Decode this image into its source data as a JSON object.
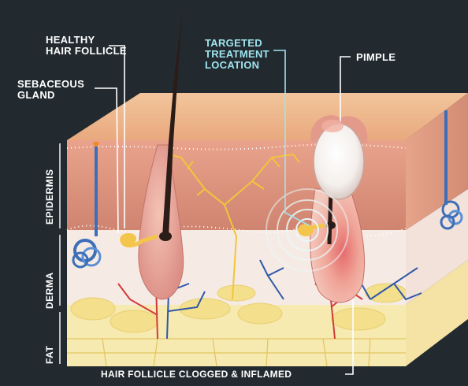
{
  "labels": {
    "healthy": [
      "HEALTHY",
      "HAIR FOLLICLE"
    ],
    "sebaceous": [
      "SEBACEOUS",
      "GLAND"
    ],
    "targeted": [
      "TARGETED",
      "TREATMENT",
      "LOCATION"
    ],
    "pimple": "PIMPLE",
    "clogged": "HAIR FOLLICLE CLOGGED & INFLAMED"
  },
  "layers": {
    "epidermis": "EPIDERMIS",
    "derma": "DERMA",
    "fat": "FAT"
  },
  "colors": {
    "background": "#222a2f",
    "skin_top": "#eeb489",
    "epidermis": "#d68c78",
    "derma": "#f6ebe4",
    "fat": "#f7eab0",
    "targeted_label": "#9fe4ef"
  }
}
